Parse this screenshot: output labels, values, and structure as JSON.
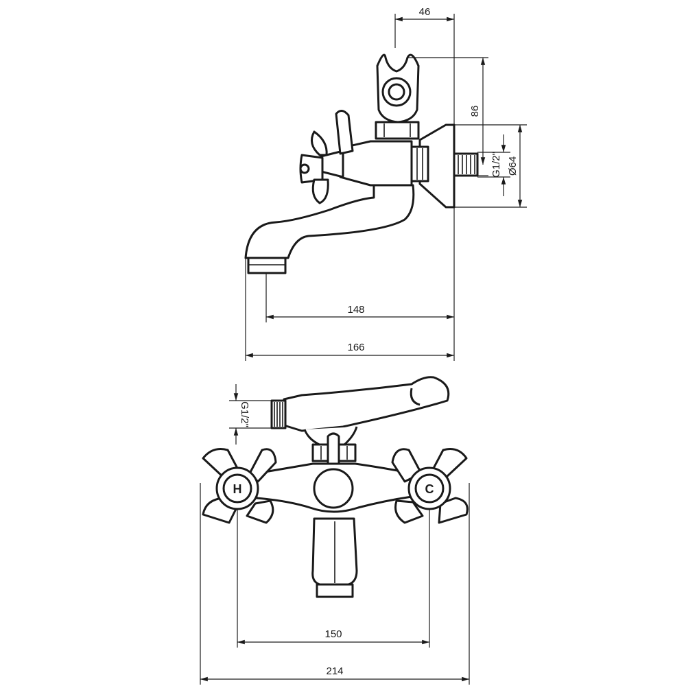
{
  "side_view": {
    "dimensions": {
      "top_width": "46",
      "height_to_holder": "86",
      "thread": "G1/2\"",
      "flange_diameter": "Ø64",
      "spout_reach": "148",
      "overall_depth": "166"
    }
  },
  "front_view": {
    "dimensions": {
      "thread": "G1/2\"",
      "axis_spacing": "150",
      "overall_width": "214"
    },
    "handles": {
      "hot_label": "H",
      "cold_label": "C"
    }
  }
}
